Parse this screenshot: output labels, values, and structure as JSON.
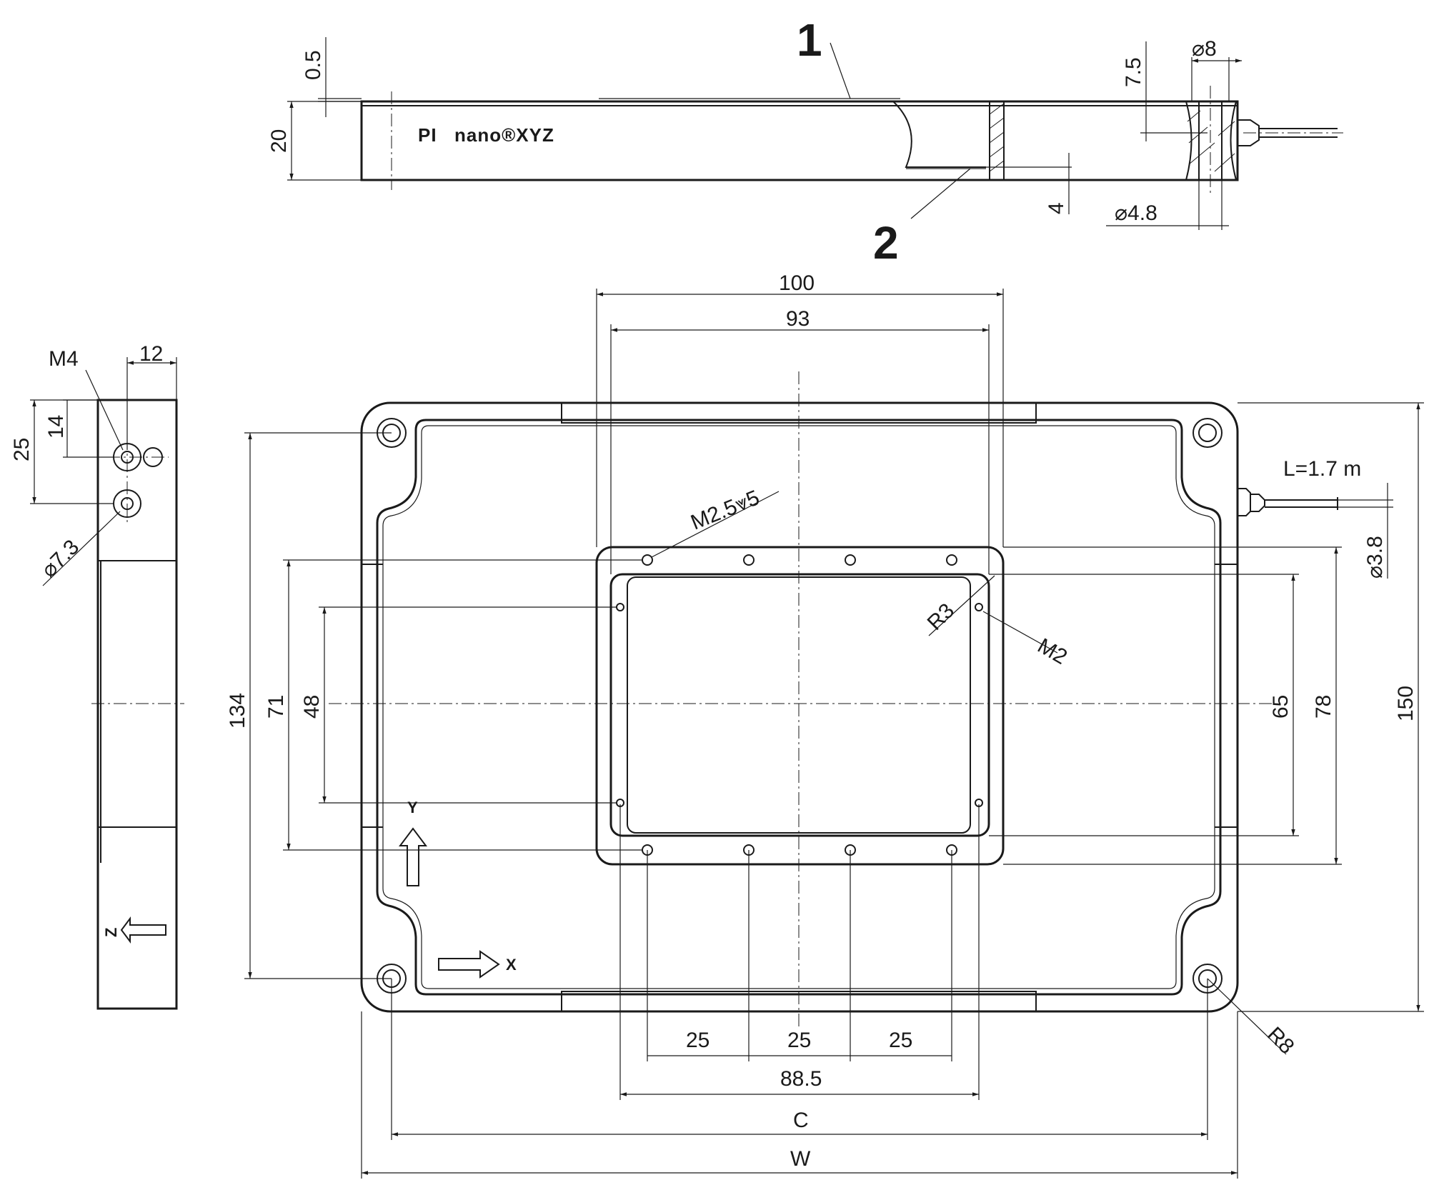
{
  "callouts": {
    "c1": "1",
    "c2": "2"
  },
  "logo": {
    "brand": "PI",
    "product": "nano®XYZ"
  },
  "side_view_top": {
    "d_0_5": "0.5",
    "d_20": "20",
    "d_7_5": "7.5",
    "d_dia8": "⌀8",
    "d_4": "4",
    "d_dia4_8": "⌀4.8"
  },
  "top_view": {
    "d_100": "100",
    "d_93": "93",
    "d_134": "134",
    "d_71": "71",
    "d_48": "48",
    "d_65": "65",
    "d_78": "78",
    "d_150": "150",
    "d_25a": "25",
    "d_25b": "25",
    "d_25c": "25",
    "d_88_5": "88.5",
    "d_C": "C",
    "d_W": "W",
    "thread_m2_5": "M2.5⩔5",
    "thread_m2": "M2",
    "radius_r3": "R3",
    "radius_r8": "R8",
    "cable_length": "L=1.7 m",
    "cable_dia": "⌀3.8",
    "axis_x": "X",
    "axis_y": "Y"
  },
  "side_view_left": {
    "d_12": "12",
    "thread_m4": "M4",
    "d_14": "14",
    "d_25": "25",
    "d_dia7_3": "⌀7.3",
    "axis_z": "Z"
  }
}
